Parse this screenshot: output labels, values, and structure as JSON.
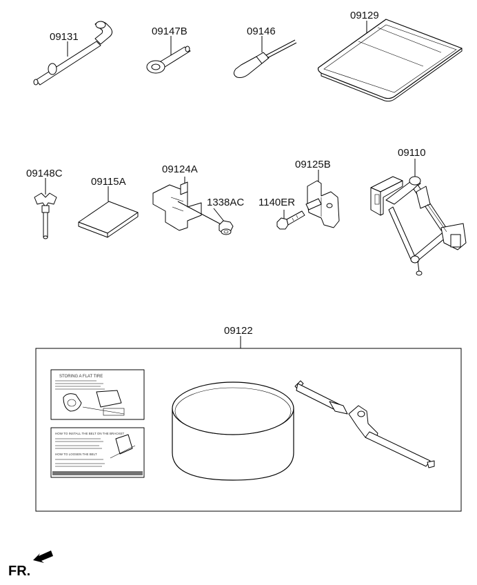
{
  "parts": {
    "p09131": "09131",
    "p09147B": "09147B",
    "p09146": "09146",
    "p09129": "09129",
    "p09148C": "09148C",
    "p09115A": "09115A",
    "p09124A": "09124A",
    "p1338AC": "1338AC",
    "p1140ER": "1140ER",
    "p09125B": "09125B",
    "p09110": "09110",
    "p09122": "09122"
  },
  "labels_card": {
    "title": "STORING A FLAT TIRE",
    "install_title": "HOW TO INSTALL THE BELT ON THE BRACKET",
    "loosen_title": "HOW TO LOOSEN THE BELT"
  },
  "direction": {
    "label": "FR."
  }
}
